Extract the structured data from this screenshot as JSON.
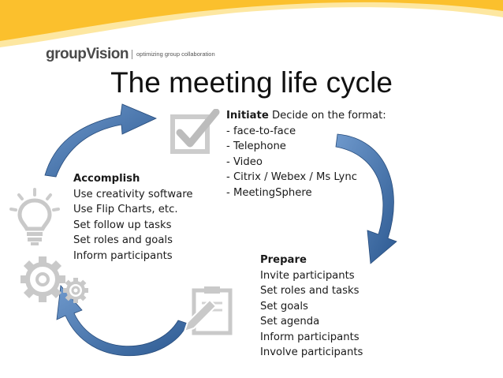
{
  "logo": {
    "brand": "groupVision",
    "tagline": "optimizing group collaboration"
  },
  "title": "The meeting life cycle",
  "initiate": {
    "heading": "Initiate",
    "intro": " Decide on the format:",
    "items": [
      "- face-to-face",
      "- Telephone",
      "- Video",
      "- Citrix / Webex / Ms Lync",
      "- MeetingSphere"
    ]
  },
  "accomplish": {
    "heading": "Accomplish",
    "items": [
      "Use creativity software",
      "Use Flip Charts, etc.",
      "Set follow up tasks",
      "Set roles and goals",
      "Inform participants"
    ]
  },
  "prepare": {
    "heading": "Prepare",
    "items": [
      "Invite participants",
      "Set roles and tasks",
      "Set goals",
      "Set agenda",
      "Inform participants",
      "Involve participants"
    ]
  },
  "colors": {
    "banner": "#fbc02d",
    "banner_light": "#fde7a1",
    "arrow": "#3f6fa8",
    "arrow_dark": "#264b7b",
    "icon": "#c9c9c9"
  },
  "icons": [
    "checkbox-icon",
    "lightbulb-icon",
    "gears-icon",
    "clipboard-pencil-icon"
  ]
}
